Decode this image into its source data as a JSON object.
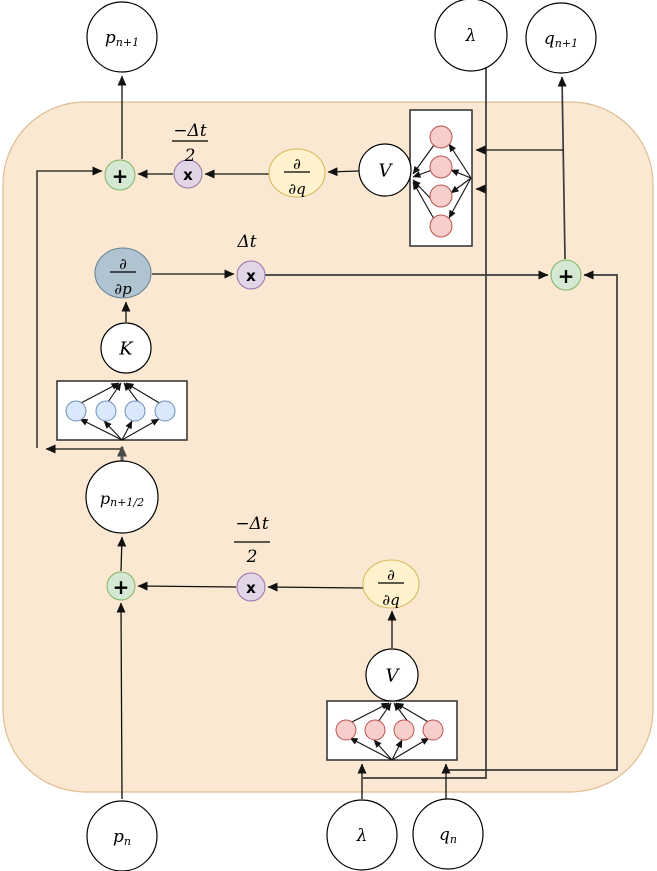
{
  "colors": {
    "container_fill": "#FBE8D2",
    "container_stroke": "#DFBD92",
    "green_fill": "#D5E8D4",
    "green_stroke": "#82B366",
    "purple_fill": "#E1D5E7",
    "purple_stroke": "#9673A6",
    "yellow_fill": "#FFF2CC",
    "yellow_stroke": "#D6B656",
    "pink_fill": "#F8CECC",
    "pink_stroke": "#B85450",
    "blue_fill": "#DAE8FC",
    "blue_stroke": "#6C8EBF",
    "slate_fill": "#AFC3D1",
    "slate_stroke": "#64808F"
  },
  "nodes": {
    "p_next": {
      "main": "p",
      "sub": "n+1"
    },
    "lambda_top": {
      "main": "λ"
    },
    "q_next": {
      "main": "q",
      "sub": "n+1"
    },
    "v_top": {
      "main": "V"
    },
    "k": {
      "main": "K"
    },
    "p_half": {
      "main": "p",
      "sub": "n+1/2"
    },
    "v_bottom": {
      "main": "V"
    },
    "p_n": {
      "main": "p",
      "sub": "n"
    },
    "lambda_bottom": {
      "main": "λ"
    },
    "q_n": {
      "main": "q",
      "sub": "n"
    }
  },
  "operators": {
    "plus": "+",
    "times": "x"
  },
  "labels": {
    "neg_half_dt_num": "−Δt",
    "neg_half_dt_den": "2",
    "dt": "Δt",
    "partial": "∂",
    "partial_q": "∂q",
    "partial_p": "∂p"
  }
}
